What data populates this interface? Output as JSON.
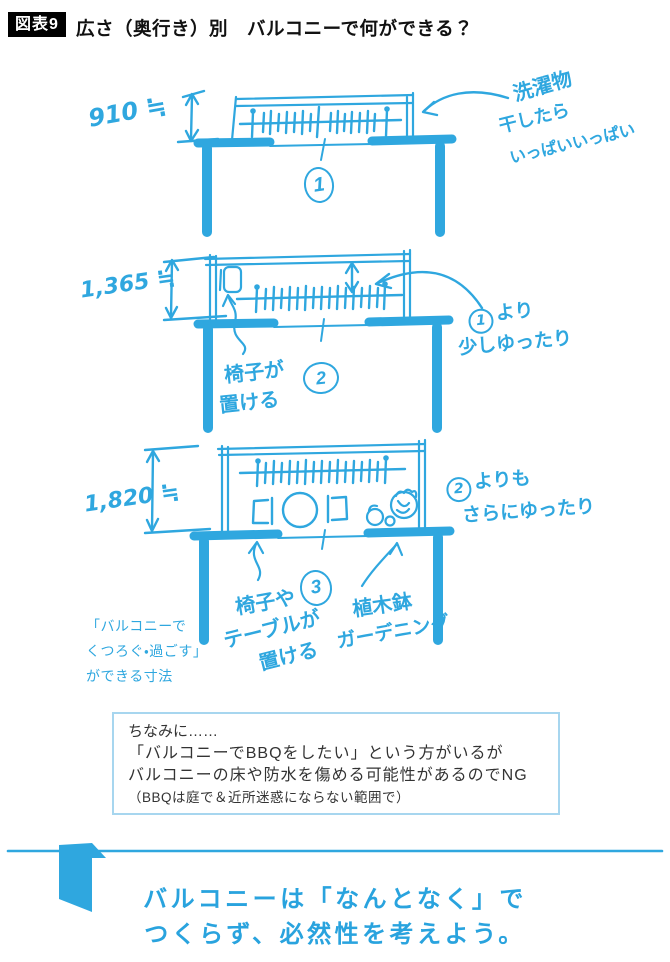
{
  "colors": {
    "ink": "#2fa7df",
    "footer_text": "#29a3de",
    "box_border": "#a7d6ef",
    "tag_bg": "#000000"
  },
  "header": {
    "tag": "図表9",
    "title": "広さ（奥行き）別　バルコニーで何ができる？"
  },
  "diagram1": {
    "dimension": "910",
    "approx": "≒",
    "number": "1",
    "note_line1": "洗濯物",
    "note_line2": "干したら",
    "note_line3": "いっぱいいっぱい"
  },
  "diagram2": {
    "dimension": "1,365",
    "approx": "≒",
    "number": "2",
    "roomier_ref": "1",
    "roomier_line1": "より",
    "roomier_line2": "少しゆったり",
    "chair_line1": "椅子が",
    "chair_line2": "置ける"
  },
  "diagram3": {
    "dimension": "1,820",
    "approx": "≒",
    "number": "3",
    "roomier_ref": "2",
    "roomier_line1": "よりも",
    "roomier_line2": "さらにゆったり",
    "table_line1": "椅子や",
    "table_line2": "テーブルが",
    "table_line3": "置ける",
    "garden_line1": "植木鉢",
    "garden_line2": "ガーデニング"
  },
  "side_note": {
    "line1": "「バルコニーで",
    "line2": "くつろぐ・過ごす」",
    "line3": "ができる寸法"
  },
  "callout": {
    "line1": "ちなみに……",
    "line2": "「バルコニーでBBQをしたい」という方がいるが",
    "line3": "バルコニーの床や防水を傷める可能性があるのでNG",
    "line4": "（BBQは庭で＆近所迷惑にならない範囲で）"
  },
  "footer": {
    "line1": "バルコニーは「なんとなく」で",
    "line2": "つくらず、必然性を考えよう。"
  }
}
